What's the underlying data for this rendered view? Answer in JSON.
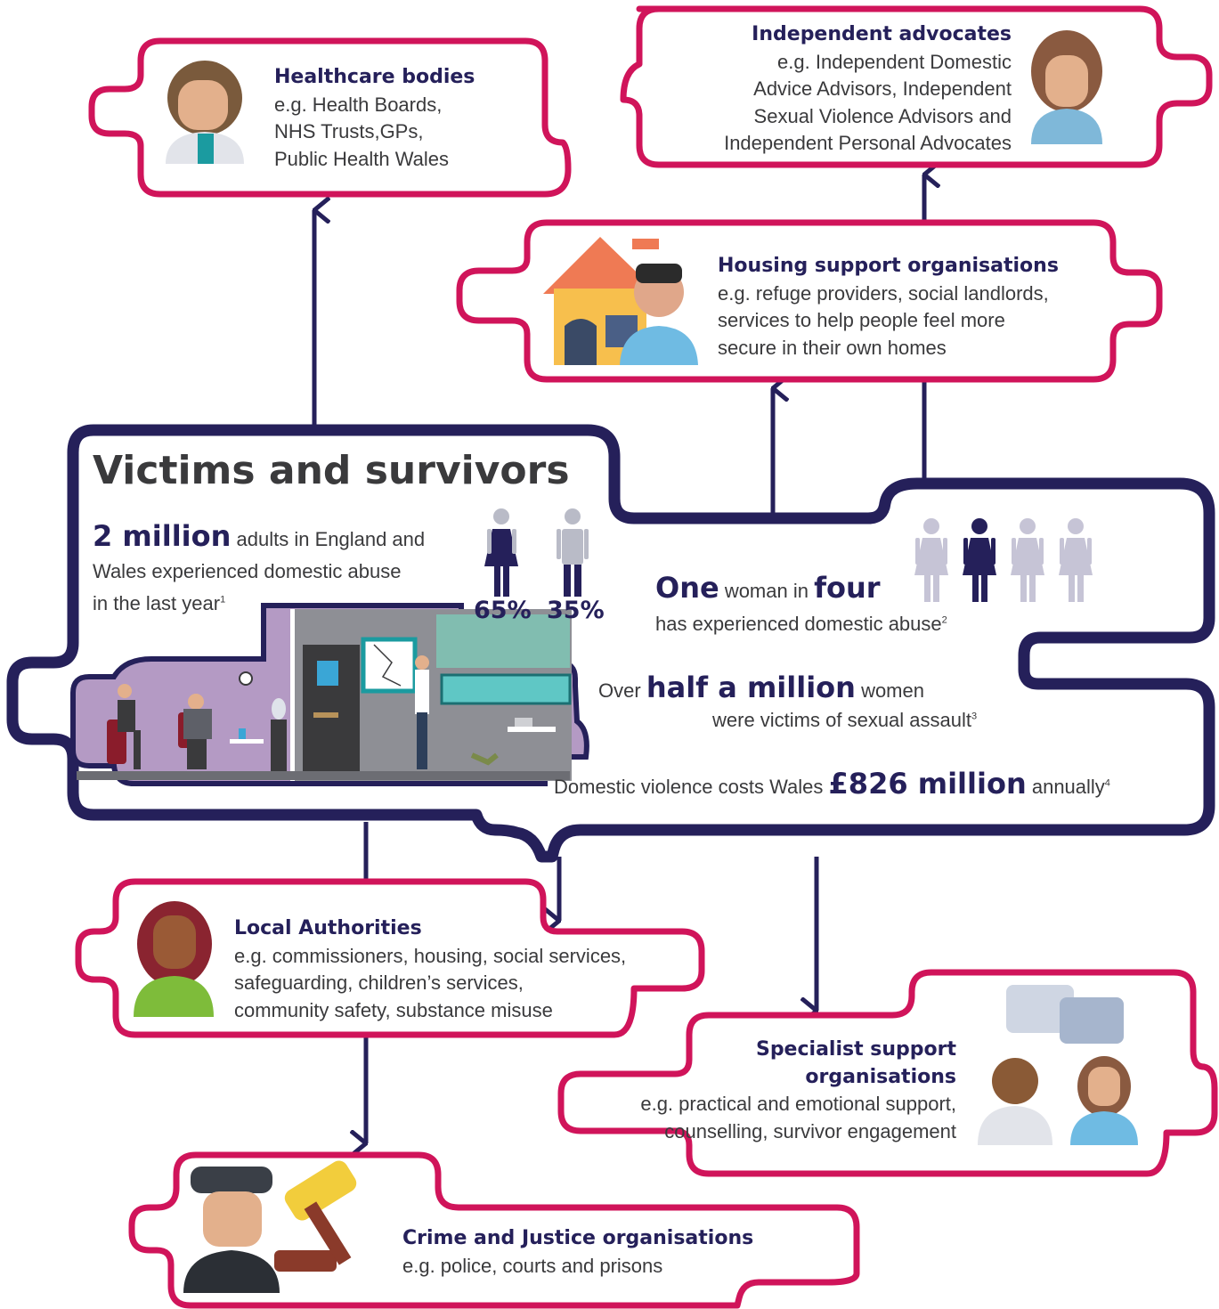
{
  "colors": {
    "navy": "#25205a",
    "magenta": "#d0145a",
    "text": "#3a3a3c",
    "purple_room": "#b49ac4",
    "grey_room": "#8e8f95"
  },
  "victims": {
    "title": "Victims and survivors",
    "stat1": {
      "number": "2 million",
      "text_a": "adults in England and",
      "text_b": "Wales experienced domestic abuse",
      "text_c": "in the last year",
      "ref": "1"
    },
    "gender": {
      "female_pct": "65%",
      "male_pct": "35%"
    },
    "stat2": {
      "word1": "One",
      "mid": "woman in",
      "word2": "four",
      "line2": "has experienced domestic abuse",
      "ref": "2",
      "highlighted_count": 1,
      "total_figures": 4
    },
    "stat3": {
      "pre": "Over",
      "number": "half a million",
      "post": "women",
      "line2": "were victims of sexual assault",
      "ref": "3"
    },
    "stat4": {
      "pre": "Domestic violence costs Wales",
      "number": "£826 million",
      "post": "annually",
      "ref": "4"
    }
  },
  "boxes": {
    "healthcare": {
      "title": "Healthcare bodies",
      "lines": [
        "e.g. Health Boards,",
        "NHS Trusts,GPs,",
        "Public Health Wales"
      ],
      "icon": "doctor-icon"
    },
    "advocates": {
      "title": "Independent advocates",
      "lines": [
        "e.g. Independent Domestic",
        "Advice Advisors, Independent",
        "Sexual Violence Advisors and",
        "Independent Personal Advocates"
      ],
      "icon": "advocate-icon"
    },
    "housing": {
      "title": "Housing support organisations",
      "lines": [
        "e.g. refuge providers, social landlords,",
        "services to help people feel more",
        "secure in their own homes"
      ],
      "icon": "house-icon"
    },
    "local": {
      "title": "Local Authorities",
      "lines": [
        "e.g. commissioners, housing, social services,",
        "safeguarding, children’s services,",
        "community safety, substance misuse"
      ],
      "icon": "council-worker-icon"
    },
    "specialist": {
      "title_a": "Specialist support",
      "title_b": "organisations",
      "lines": [
        "e.g. practical and emotional support,",
        "counselling, survivor engagement"
      ],
      "icon": "support-workers-icon"
    },
    "crime": {
      "title": "Crime and Justice organisations",
      "lines": [
        "e.g. police, courts and prisons"
      ],
      "icon": "police-gavel-icon"
    }
  }
}
